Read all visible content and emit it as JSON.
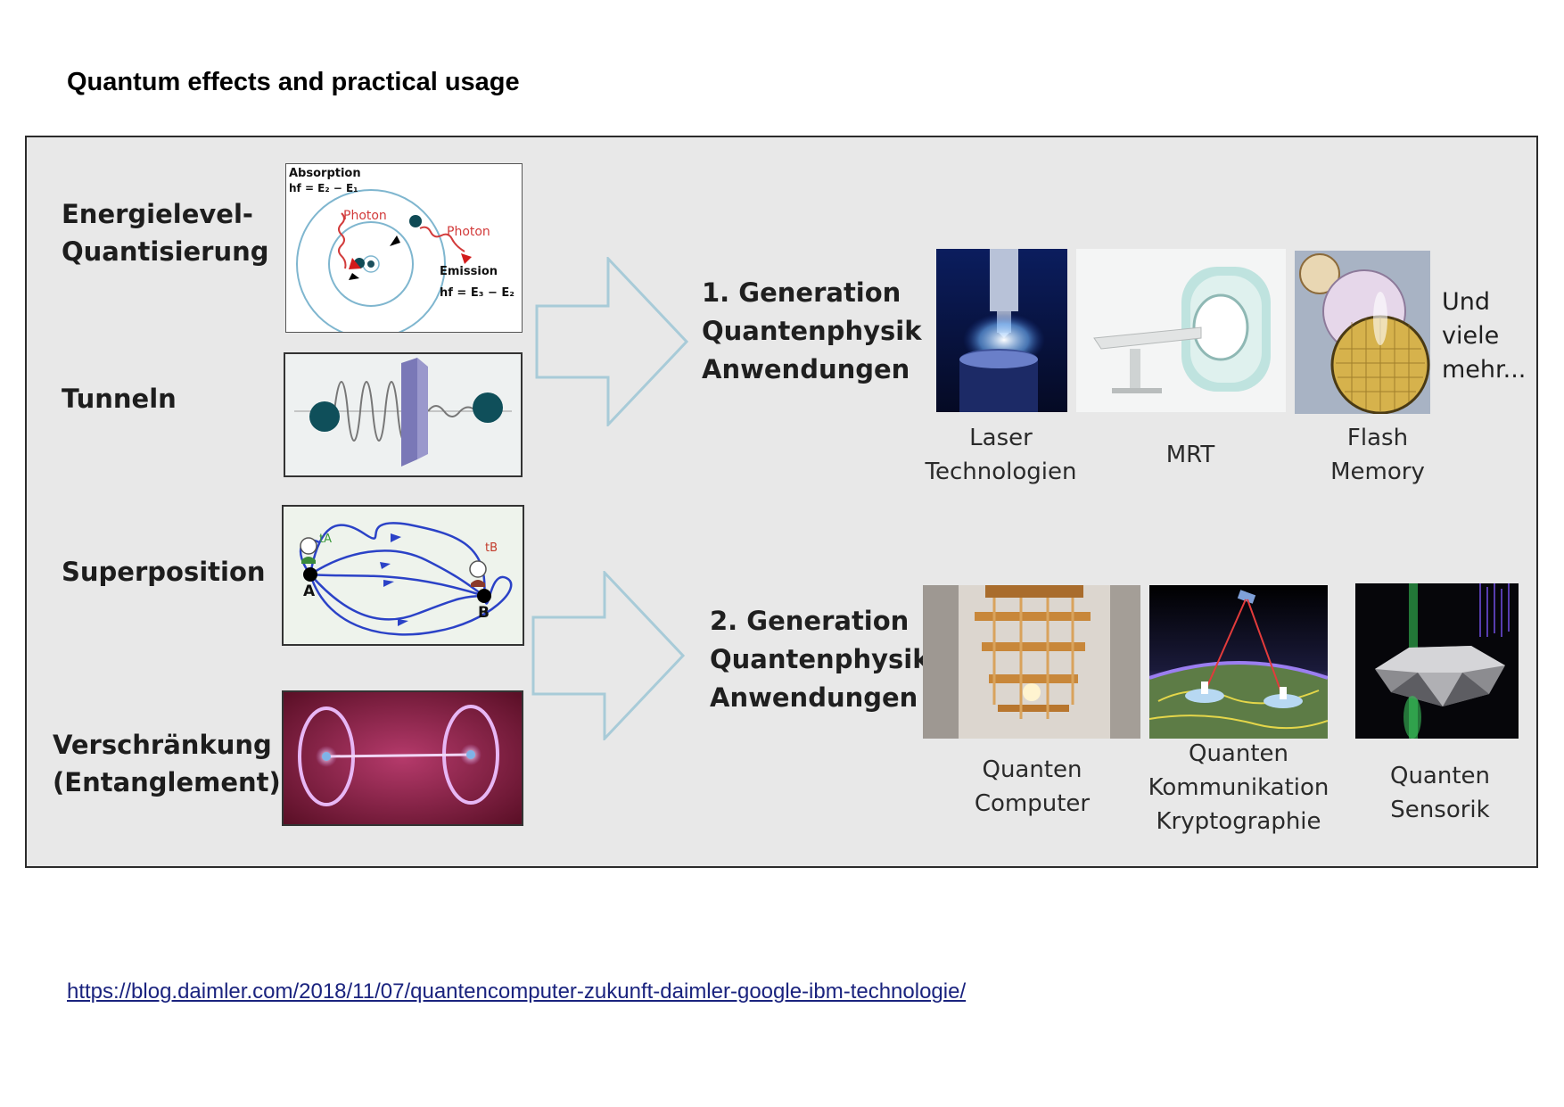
{
  "title": "Quantum effects and practical usage",
  "effects": [
    {
      "label_lines": [
        "Energielevel-",
        "Quantisierung"
      ]
    },
    {
      "label_lines": [
        "Tunneln"
      ]
    },
    {
      "label_lines": [
        "Superposition"
      ]
    },
    {
      "label_lines": [
        "Verschränkung",
        "(Entanglement)"
      ]
    }
  ],
  "energy_diagram": {
    "absorption": "Absorption",
    "absorption_formula": "hf = E₂ − E₁",
    "photon_1": "Photon",
    "photon_2": "Photon",
    "emission": "Emission",
    "emission_formula": "hf = E₃ − E₂"
  },
  "superposition_diagram": {
    "point_a": "A",
    "point_b": "B",
    "t_a": "tA",
    "t_b": "tB"
  },
  "generation_1": {
    "title_lines": [
      "1. Generation",
      "Quantenphysik",
      "Anwendungen"
    ],
    "items": [
      {
        "caption_lines": [
          "Laser",
          "Technologien"
        ]
      },
      {
        "caption_lines": [
          "MRT"
        ]
      },
      {
        "caption_lines": [
          "Flash",
          "Memory"
        ]
      }
    ],
    "more_lines": [
      "Und",
      "viele",
      "mehr..."
    ]
  },
  "generation_2": {
    "title_lines": [
      "2. Generation",
      "Quantenphysik",
      "Anwendungen"
    ],
    "items": [
      {
        "caption_lines": [
          "Quanten",
          "Computer"
        ]
      },
      {
        "caption_lines": [
          "Quanten",
          "Kommunikation",
          "Kryptographie"
        ]
      },
      {
        "caption_lines": [
          "Quanten",
          "Sensorik"
        ]
      }
    ]
  },
  "source_link": "https://blog.daimler.com/2018/11/07/quantencomputer-zukunft-daimler-google-ibm-technologie/"
}
